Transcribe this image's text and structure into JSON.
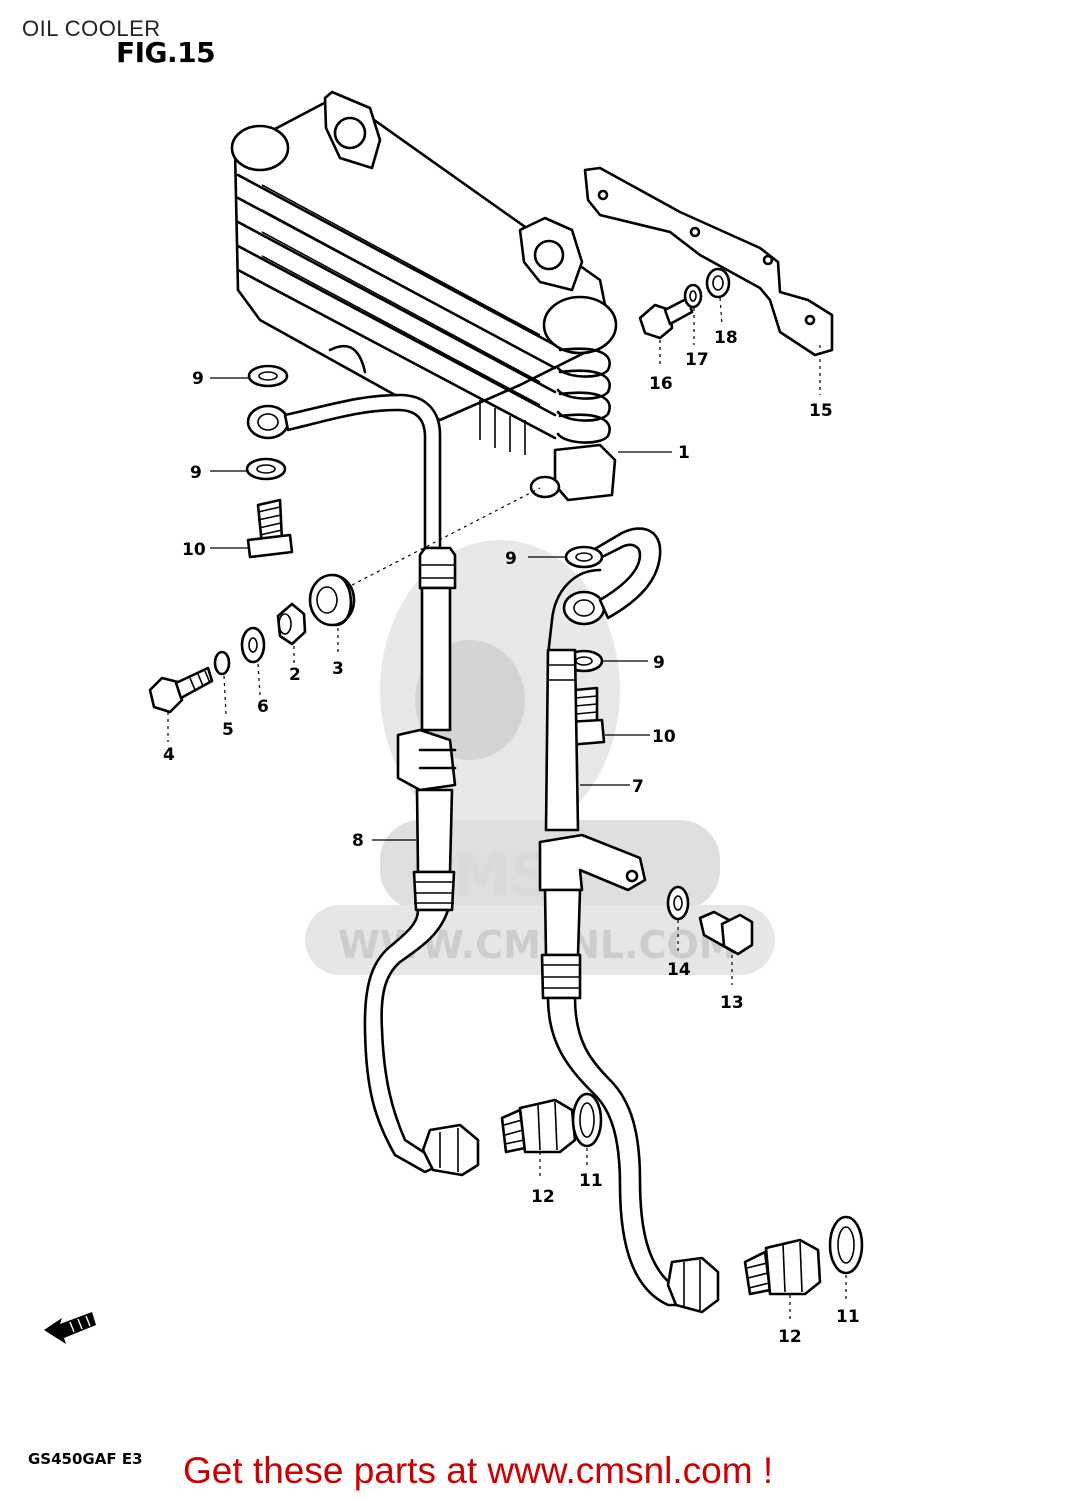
{
  "header": {
    "title": "OIL COOLER",
    "figure": "FIG.15"
  },
  "watermark": {
    "text": "WWW.CMSNL.COM",
    "logo_text": "CMS"
  },
  "footer": {
    "model_code": "GS450GAF E3",
    "promo_text": "Get these parts at www.cmsnl.com !"
  },
  "callouts": [
    "1",
    "2",
    "3",
    "4",
    "5",
    "6",
    "7",
    "8",
    "9",
    "9",
    "9",
    "9",
    "10",
    "10",
    "11",
    "11",
    "12",
    "12",
    "13",
    "14",
    "15",
    "16",
    "17",
    "18"
  ]
}
